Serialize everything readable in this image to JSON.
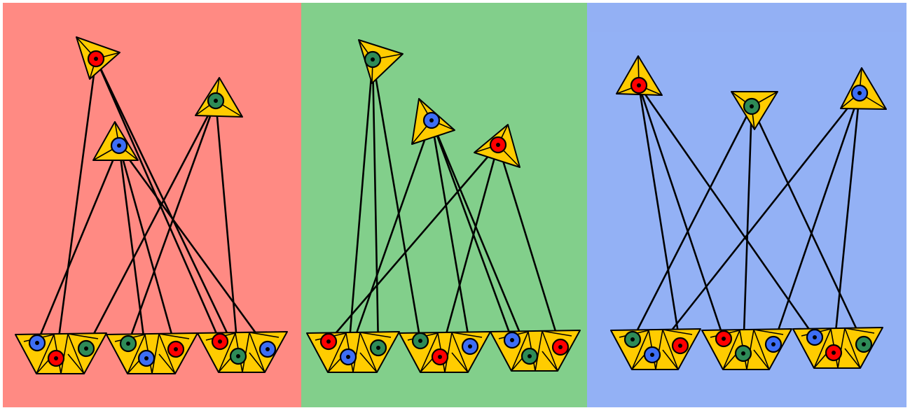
{
  "colors": {
    "panel_left": "#ff8a83",
    "panel_middle": "#82cf8b",
    "panel_right": "#93b1f5",
    "shape_fill": "#ffcc00",
    "stroke": "#000000",
    "dot_red": "#ff0000",
    "dot_green": "#2e8b57",
    "dot_blue": "#3d6ef5"
  },
  "panels": [
    {
      "name": "panel-left",
      "fill_key": "panel_left"
    },
    {
      "name": "panel-middle",
      "fill_key": "panel_middle"
    },
    {
      "name": "panel-right",
      "fill_key": "panel_right"
    }
  ],
  "dot_color_names": [
    "red",
    "green",
    "blue"
  ]
}
